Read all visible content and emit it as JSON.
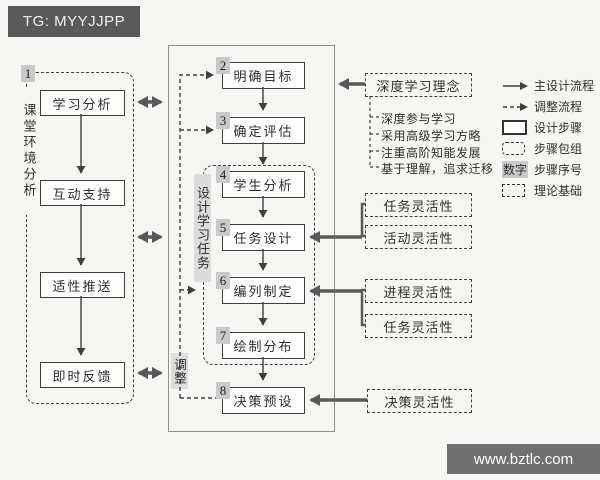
{
  "header": {
    "tag": "TG: MYYJJPP"
  },
  "watermark": {
    "text": "www.bztlc.com"
  },
  "colors": {
    "background": "#f7f6f3",
    "header_bg": "#595959",
    "watermark_bg": "#707070",
    "line": "#3f3f3f",
    "thick_arrow": "#595959",
    "badge_bg": "#c9c9c9",
    "highlight_bg": "#dcdcdc"
  },
  "left_group": {
    "number": "1",
    "label": "课堂环境分析",
    "steps": [
      "学习分析",
      "互动支持",
      "适性推送",
      "即时反馈"
    ]
  },
  "main_flow": {
    "task_group_label": "设计学习任务",
    "adjust_label": "调整",
    "steps": [
      {
        "number": "2",
        "label": "明确目标"
      },
      {
        "number": "3",
        "label": "确定评估"
      },
      {
        "number": "4",
        "label": "学生分析"
      },
      {
        "number": "5",
        "label": "任务设计"
      },
      {
        "number": "6",
        "label": "编列制定"
      },
      {
        "number": "7",
        "label": "绘制分布"
      },
      {
        "number": "8",
        "label": "决策预设"
      }
    ]
  },
  "theory": {
    "title": "深度学习理念",
    "bullets": [
      "深度参与学习",
      "采用高级学习方略",
      "注重高阶知能发展",
      "基于理解，追求迁移"
    ]
  },
  "flexibility": {
    "pair1": [
      "任务灵活性",
      "活动灵活性"
    ],
    "pair2": [
      "进程灵活性",
      "任务灵活性"
    ],
    "single": "决策灵活性"
  },
  "legend": {
    "items": [
      {
        "icon": "solid-arrow-icon",
        "label": "主设计流程"
      },
      {
        "icon": "dashed-arrow-icon",
        "label": "调整流程"
      },
      {
        "icon": "solid-box-icon",
        "label": "设计步骤"
      },
      {
        "icon": "dashed-rounded-box-icon",
        "label": "步骤包组"
      },
      {
        "icon": "number-badge-icon",
        "badge_text": "数字",
        "label": "步骤序号"
      },
      {
        "icon": "dashed-box-icon",
        "label": "理论基础"
      }
    ]
  }
}
